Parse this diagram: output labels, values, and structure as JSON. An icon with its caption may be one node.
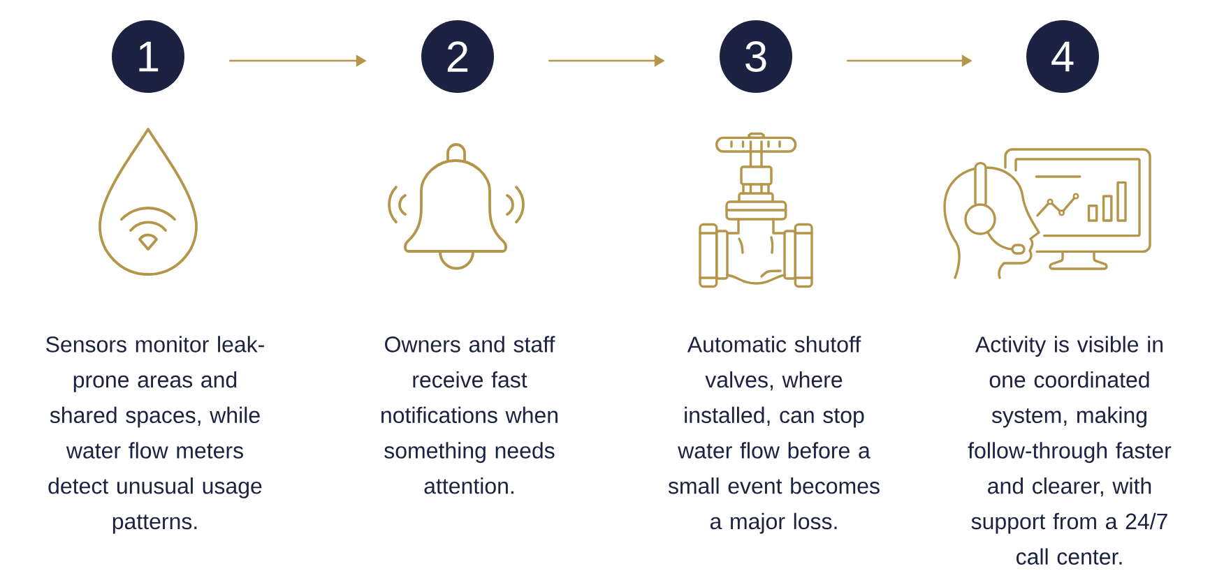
{
  "diagram": {
    "nodes": [
      {
        "text": [
          "1"
        ]
      },
      {
        "text": [
          "2"
        ]
      },
      {
        "text": [
          "3"
        ]
      },
      {
        "text": [
          "4"
        ]
      }
    ],
    "edges": [
      {
        "from": 0,
        "to": 1,
        "arrow": "to"
      },
      {
        "from": 1,
        "to": 2,
        "arrow": "to"
      },
      {
        "from": 2,
        "to": 3,
        "arrow": "to"
      }
    ],
    "labels": [
      "Sensors monitor leak-prone areas and shared spaces, while water flow meters detect unusual usage patterns.",
      "Owners and staff receive fast notifications when something needs attention.",
      "Automatic shutoff valves, where installed, can stop water flow before a small event becomes a major loss.",
      "Activity is visible in one coordinated system, making follow-through faster and clearer, with support from a 24/7 call center."
    ]
  }
}
